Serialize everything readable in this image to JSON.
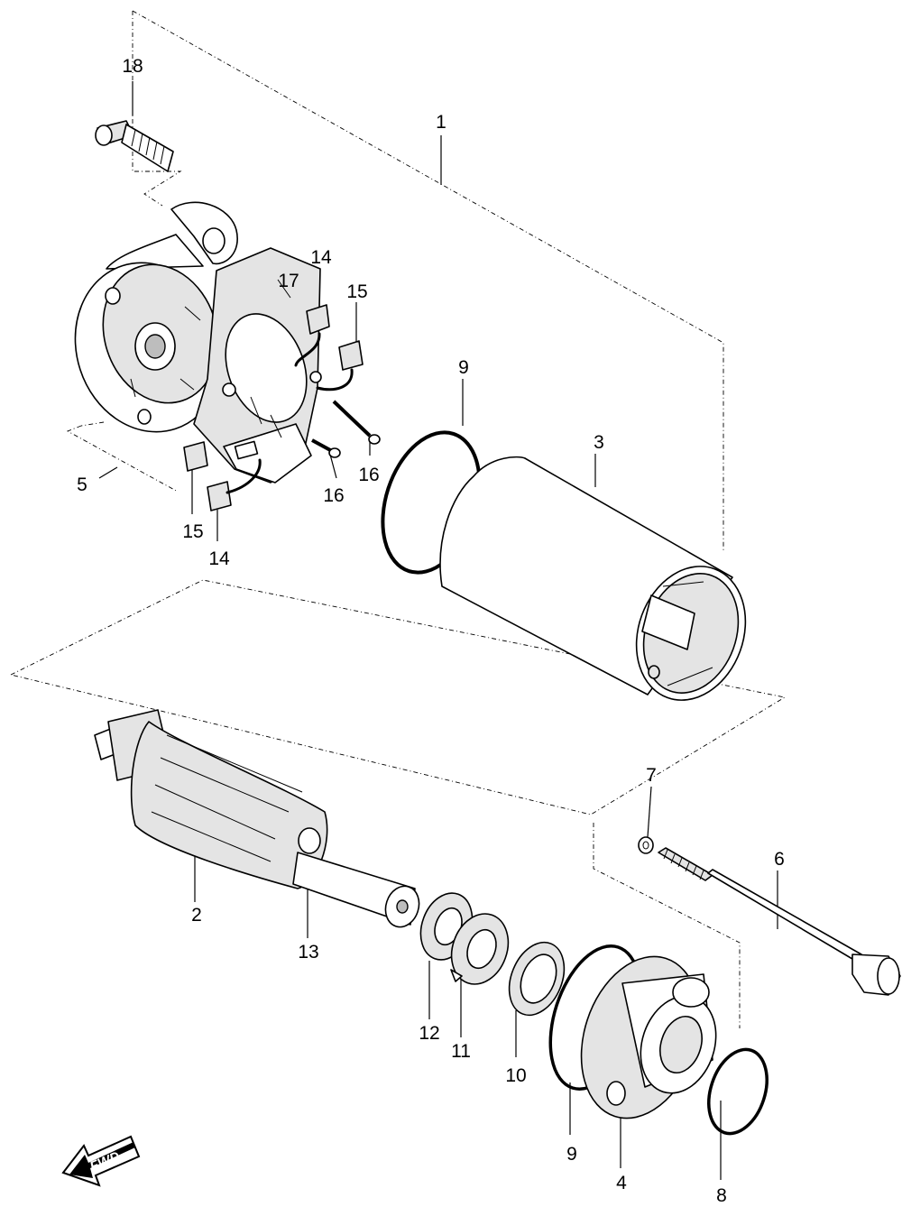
{
  "callouts": {
    "c1": "1",
    "c2": "2",
    "c3": "3",
    "c4": "4",
    "c5": "5",
    "c6": "6",
    "c7": "7",
    "c8": "8",
    "c9a": "9",
    "c9b": "9",
    "c10": "10",
    "c11": "11",
    "c12": "12",
    "c13": "13",
    "c14a": "14",
    "c14b": "14",
    "c15a": "15",
    "c15b": "15",
    "c16a": "16",
    "c16b": "16",
    "c17": "17",
    "c18": "18"
  },
  "direction_badge": {
    "label": "FWD"
  }
}
